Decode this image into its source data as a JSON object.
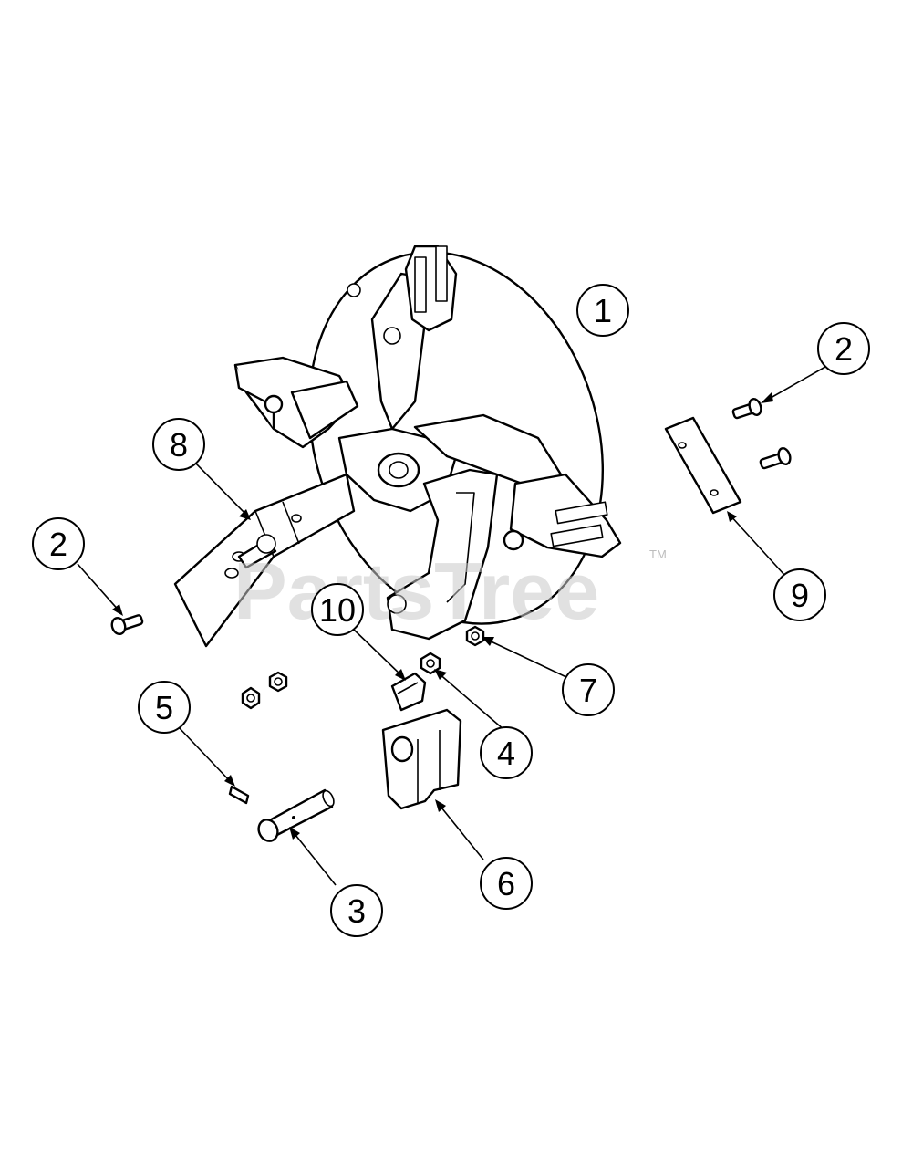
{
  "watermark": {
    "text": "PartsTree",
    "tm": "TM"
  },
  "callouts": [
    {
      "id": "c1",
      "label": "1"
    },
    {
      "id": "c2a",
      "label": "2"
    },
    {
      "id": "c2b",
      "label": "2"
    },
    {
      "id": "c3",
      "label": "3"
    },
    {
      "id": "c4",
      "label": "4"
    },
    {
      "id": "c5",
      "label": "5"
    },
    {
      "id": "c6",
      "label": "6"
    },
    {
      "id": "c7",
      "label": "7"
    },
    {
      "id": "c8",
      "label": "8"
    },
    {
      "id": "c9",
      "label": "9"
    },
    {
      "id": "c10",
      "label": "10"
    }
  ],
  "colors": {
    "ink": "#000000",
    "paper": "#ffffff",
    "watermark": "#c9c9c9"
  }
}
